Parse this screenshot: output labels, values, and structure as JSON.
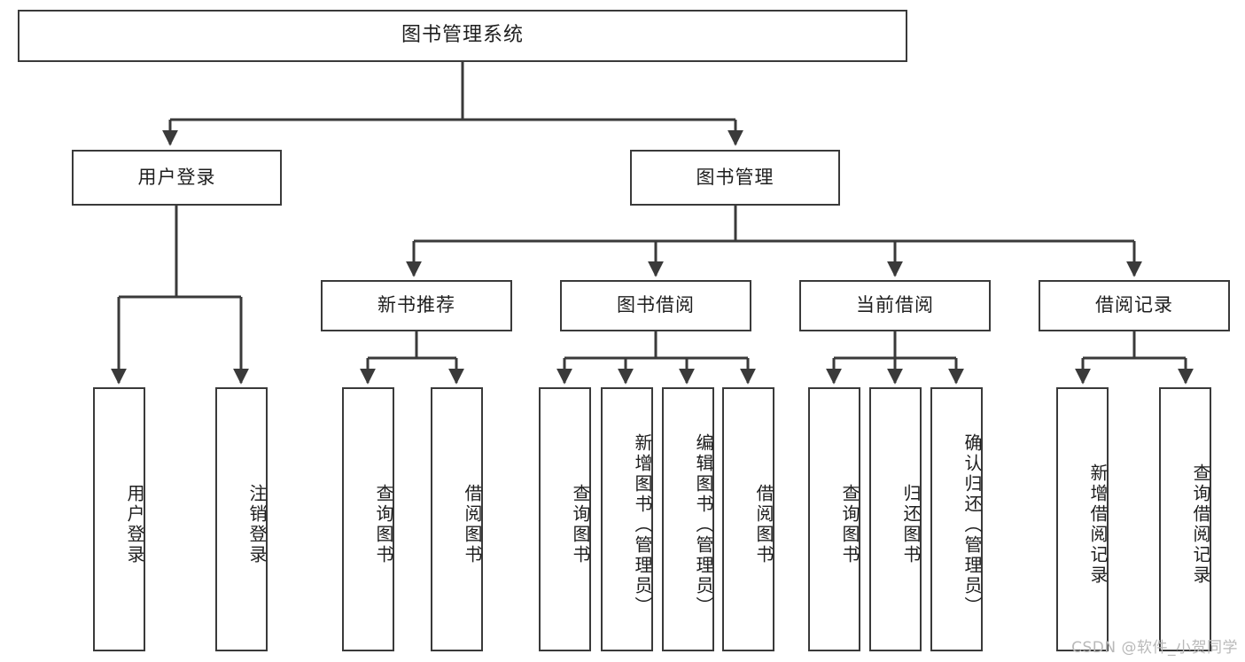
{
  "diagram": {
    "type": "tree",
    "title": "图书管理系统",
    "root": {
      "label": "图书管理系统"
    },
    "level1": [
      {
        "label": "用户登录"
      },
      {
        "label": "图书管理"
      }
    ],
    "level2": [
      {
        "label": "新书推荐"
      },
      {
        "label": "图书借阅"
      },
      {
        "label": "当前借阅"
      },
      {
        "label": "借阅记录"
      }
    ],
    "leaves": {
      "user_login": [
        {
          "label": "用户登录"
        },
        {
          "label": "注销登录"
        }
      ],
      "new_book_recommend": [
        {
          "label": "查询图书"
        },
        {
          "label": "借阅图书"
        }
      ],
      "book_borrow": [
        {
          "label": "查询图书"
        },
        {
          "label": "新增图书（管理员）"
        },
        {
          "label": "编辑图书（管理员）"
        },
        {
          "label": "借阅图书"
        }
      ],
      "current_borrow": [
        {
          "label": "查询图书"
        },
        {
          "label": "归还图书"
        },
        {
          "label": "确认归还（管理员）"
        }
      ],
      "borrow_record": [
        {
          "label": "新增借阅记录"
        },
        {
          "label": "查询借阅记录"
        }
      ]
    }
  },
  "watermark": {
    "text": "CSDN @软件_小贺同学"
  },
  "colors": {
    "box_border": "#3a3a3a",
    "box_fill": "#ffffff",
    "line": "#3a3a3a",
    "text": "#1e1e1e",
    "watermark": "#b9b9b9"
  }
}
